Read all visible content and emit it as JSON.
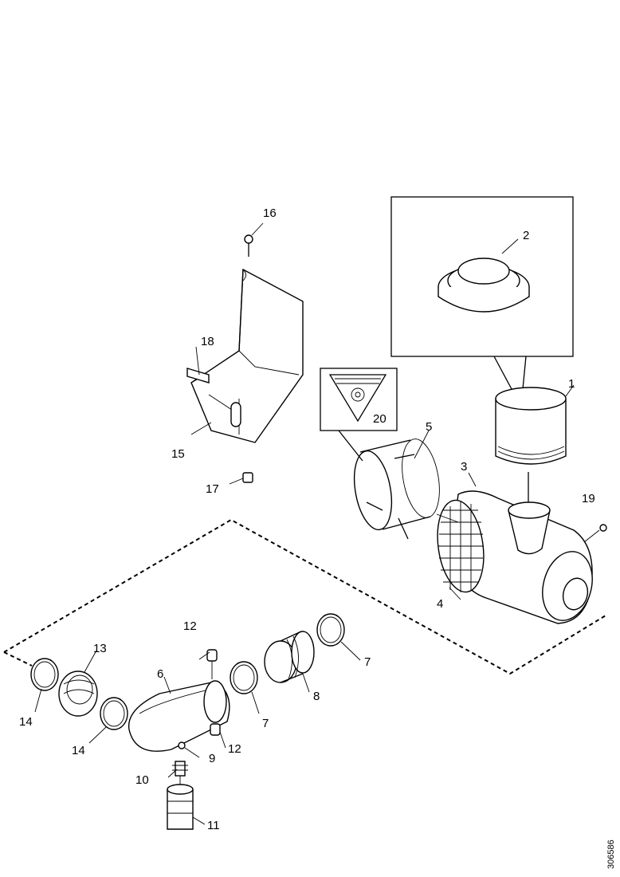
{
  "callouts": [
    "1",
    "2",
    "3",
    "4",
    "5",
    "6",
    "7",
    "8",
    "9",
    "10",
    "11",
    "12",
    "13",
    "14",
    "15",
    "16",
    "17",
    "18",
    "19",
    "20"
  ],
  "labels": {
    "l1": "1",
    "l2": "2",
    "l3": "3",
    "l4": "4",
    "l5": "5",
    "l6": "6",
    "l7a": "7",
    "l7b": "7",
    "l8": "8",
    "l9": "9",
    "l10": "10",
    "l11": "11",
    "l12a": "12",
    "l12b": "12",
    "l13": "13",
    "l14a": "14",
    "l14b": "14",
    "l15": "15",
    "l16": "16",
    "l17": "17",
    "l18": "18",
    "l19": "19",
    "l20": "20"
  },
  "reference_number": "306586"
}
